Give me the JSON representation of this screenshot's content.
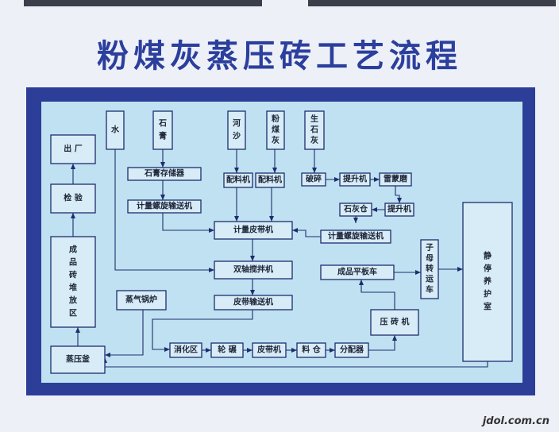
{
  "title": "粉煤灰蒸压砖工艺流程",
  "footer": "jdol.com.cn",
  "colors": {
    "frame": "#2c3e98",
    "panel": "#bfe1f1",
    "box": "#d7ecf6",
    "line": "#1d2e6e",
    "title": "#2b3f9c"
  },
  "nodes": [
    {
      "id": "chuchang",
      "label": "出 厂",
      "vertical": false
    },
    {
      "id": "jianyan",
      "label": "检 验",
      "vertical": false
    },
    {
      "id": "duifang",
      "label": "成品砖堆放区",
      "vertical": true
    },
    {
      "id": "zhengyafu",
      "label": "蒸压釜",
      "vertical": false
    },
    {
      "id": "shui",
      "label": "水",
      "vertical": true
    },
    {
      "id": "shigao",
      "label": "石膏",
      "vertical": true
    },
    {
      "id": "shigao_cun",
      "label": "石膏存储器",
      "vertical": false
    },
    {
      "id": "jiliang1",
      "label": "计量螺旋输送机",
      "vertical": false
    },
    {
      "id": "hesha",
      "label": "河沙",
      "vertical": true
    },
    {
      "id": "fenmeihui",
      "label": "粉煤灰",
      "vertical": true
    },
    {
      "id": "shengshihui",
      "label": "生石灰",
      "vertical": true
    },
    {
      "id": "peiliao1",
      "label": "配料机",
      "vertical": false
    },
    {
      "id": "peiliao2",
      "label": "配料机",
      "vertical": false
    },
    {
      "id": "posui",
      "label": "破碎",
      "vertical": false
    },
    {
      "id": "tisheng1",
      "label": "提升机",
      "vertical": false
    },
    {
      "id": "leimeng",
      "label": "雷蒙磨",
      "vertical": false
    },
    {
      "id": "shihuicang",
      "label": "石灰仓",
      "vertical": false
    },
    {
      "id": "tisheng2",
      "label": "提升机",
      "vertical": false
    },
    {
      "id": "jiliang_pidai",
      "label": "计量皮带机",
      "vertical": false
    },
    {
      "id": "jiliang2",
      "label": "计量螺旋输送机",
      "vertical": false
    },
    {
      "id": "jiaoban",
      "label": "双轴搅拌机",
      "vertical": false
    },
    {
      "id": "pidai_shusong",
      "label": "皮带输送机",
      "vertical": false
    },
    {
      "id": "zhengqi",
      "label": "蒸气锅炉",
      "vertical": false
    },
    {
      "id": "xiaohua",
      "label": "消化区",
      "vertical": false
    },
    {
      "id": "lunnian",
      "label": "轮 碾",
      "vertical": false
    },
    {
      "id": "pidaiji",
      "label": "皮带机",
      "vertical": false
    },
    {
      "id": "liaocang",
      "label": "料 仓",
      "vertical": false
    },
    {
      "id": "fenpei",
      "label": "分配器",
      "vertical": false
    },
    {
      "id": "yazhuan",
      "label": "压 砖 机",
      "vertical": false
    },
    {
      "id": "pingban",
      "label": "成品平板车",
      "vertical": false
    },
    {
      "id": "zimu",
      "label": "子母转运车",
      "vertical": true
    },
    {
      "id": "jingting",
      "label": "静停养护室",
      "vertical": true
    }
  ]
}
